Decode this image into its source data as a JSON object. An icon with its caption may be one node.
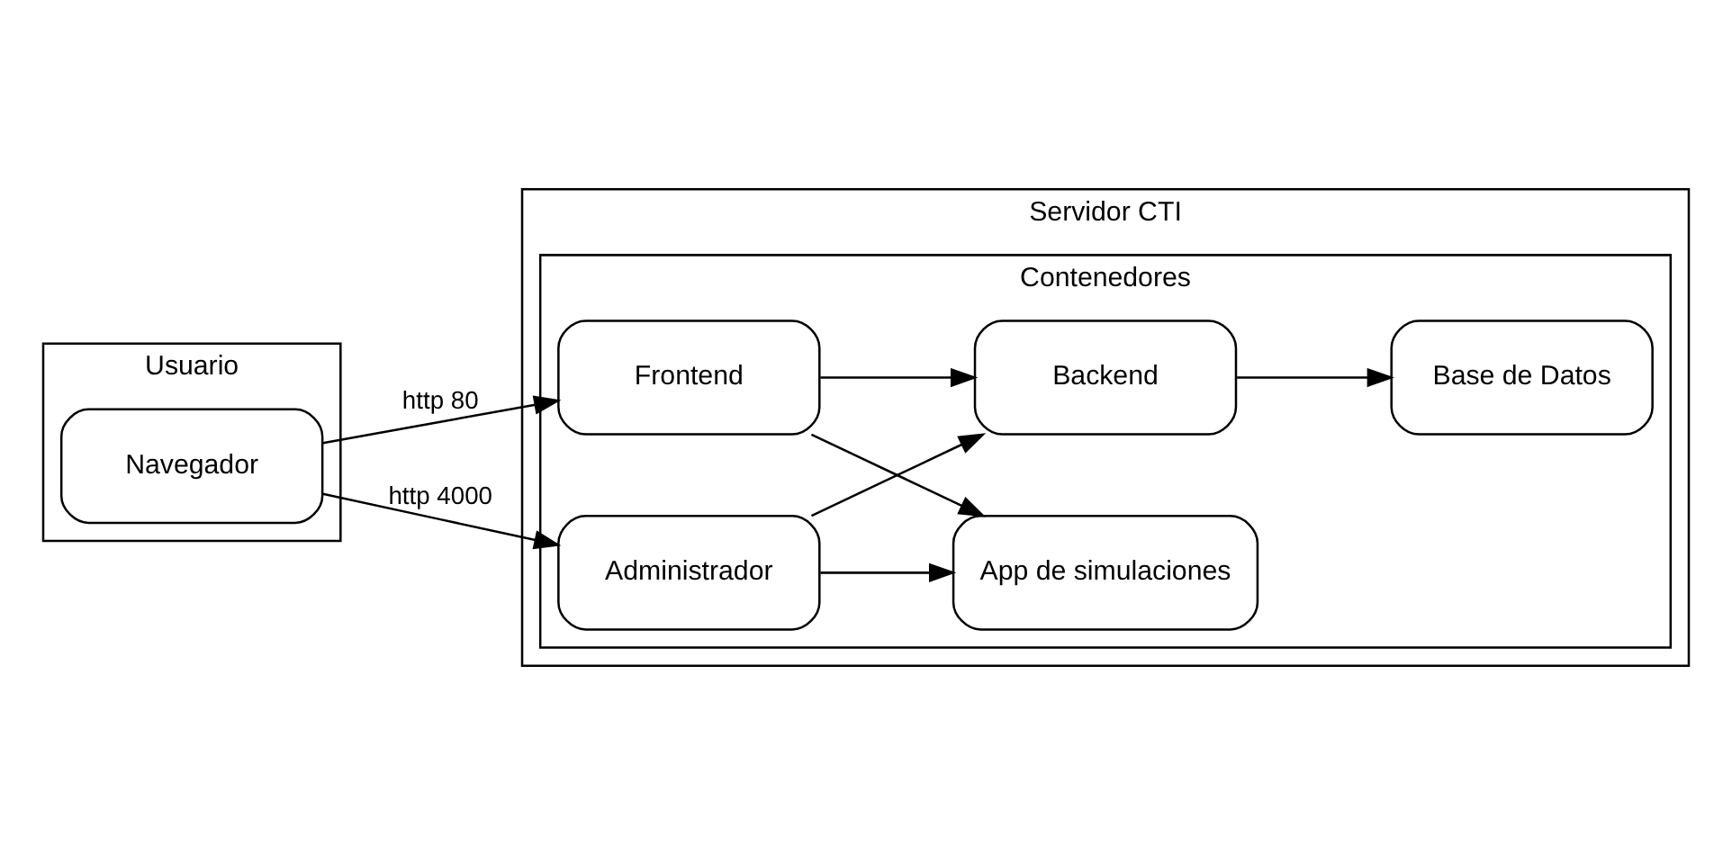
{
  "diagram": {
    "nodes": [
      {
        "text": [
          "Servidor CTI"
        ]
      },
      {
        "text": [
          "Contenedores"
        ],
        "in": 0
      },
      {
        "text": [
          "Frontend"
        ],
        "in": 1
      },
      {
        "text": [
          "App de simulaciones"
        ],
        "in": 1
      },
      {
        "text": [
          "Backend"
        ],
        "in": 1
      },
      {
        "text": [
          "Administrador"
        ],
        "in": 1
      },
      {
        "text": [
          "Base de Datos"
        ],
        "in": 1
      },
      {
        "text": [
          "Usuario"
        ]
      },
      {
        "text": [
          "Navegador"
        ],
        "in": 7
      }
    ],
    "edges": [
      {
        "from": 8,
        "to": 2,
        "arrow": "to",
        "label": "http 80"
      },
      {
        "from": 8,
        "to": 5,
        "arrow": "to",
        "label": "http 4000"
      },
      {
        "from": 2,
        "to": 3,
        "arrow": "to"
      },
      {
        "from": 2,
        "to": 4,
        "arrow": "to"
      },
      {
        "from": 5,
        "to": 3,
        "arrow": "to"
      },
      {
        "from": 5,
        "to": 4,
        "arrow": "to"
      },
      {
        "from": 4,
        "to": 6,
        "arrow": "to"
      }
    ]
  }
}
